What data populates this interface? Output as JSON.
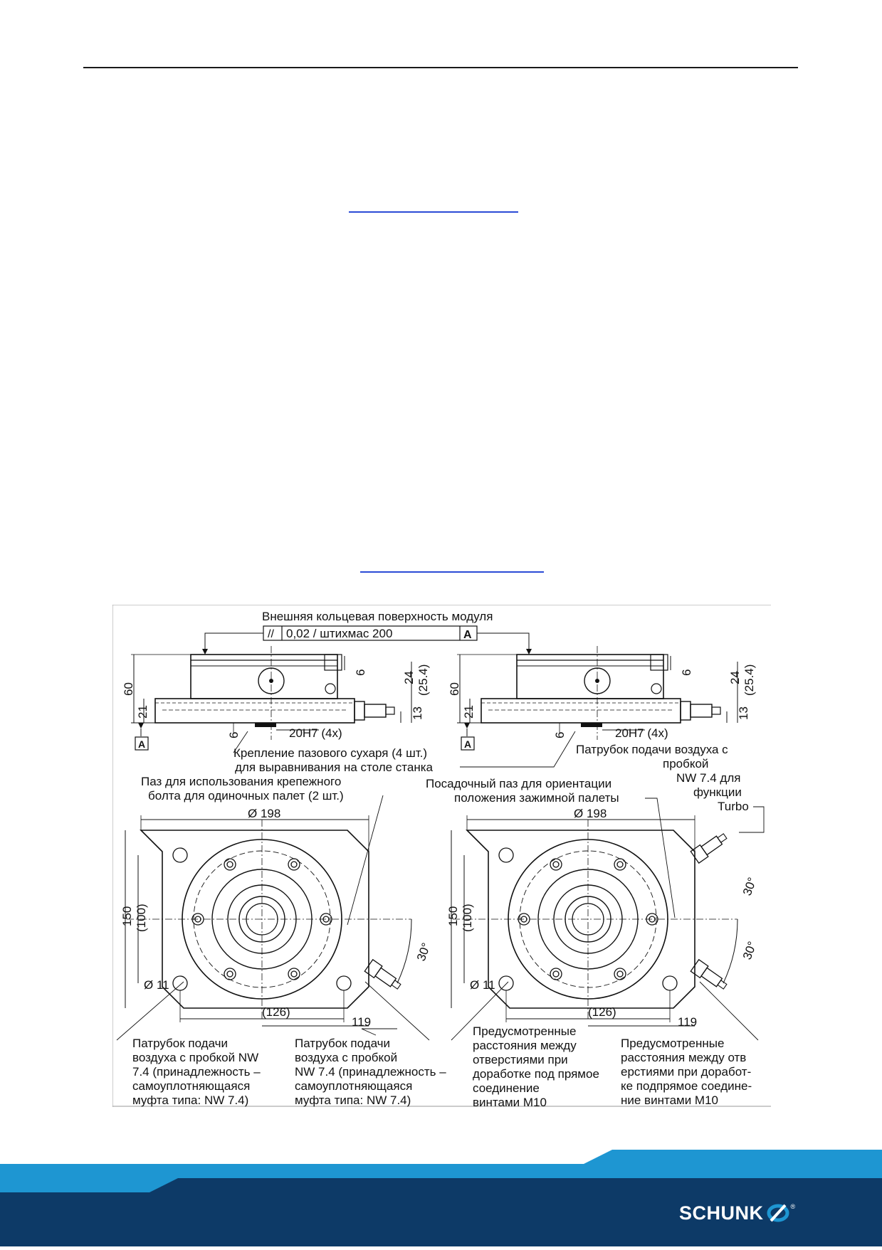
{
  "drawing": {
    "ring_surface_label": "Внешняя кольцевая поверхность модуля",
    "tolerance_symbol": "//",
    "tolerance_value": "0,02 / штихмас 200",
    "datum": "A",
    "dim_60": "60",
    "dim_21": "21",
    "dim_6": "6",
    "dim_24": "24",
    "dim_25_4": "(25.4)",
    "dim_13": "13",
    "dim_20h7": "20H7 (4x)",
    "dim_198": "Ø 198",
    "dim_150": "150",
    "dim_100": "(100)",
    "dim_11": "Ø 11",
    "dim_126": "(126)",
    "dim_119": "119",
    "angle_30": "30°",
    "label_tslot_line1": "Крепление пазового сухаря (4 шт.)",
    "label_tslot_line2": "для выравнивания на столе станка",
    "label_groove_line1": "Паз для использования крепежного",
    "label_groove_line2": "болта для одиночных палет (2 шт.)",
    "label_turbo_line1": "Патрубок подачи воздуха с",
    "label_turbo_line2": "пробкой",
    "label_turbo_line3": "NW 7.4 для",
    "label_turbo_line4": "функции",
    "label_turbo_line5": "Turbo",
    "label_orient_line1": "Посадочный паз для ориентации",
    "label_orient_line2": "положения зажимной палеты",
    "bottom_a_line1": "Патрубок подачи",
    "bottom_a_line2": "воздуха с пробкой NW",
    "bottom_a_line3": "7.4 (принадлежность –",
    "bottom_a_line4": "самоуплотняющаяся",
    "bottom_a_line5": "муфта типа: NW 7.4)",
    "bottom_b_line1": "Патрубок подачи",
    "bottom_b_line2": "воздуха с пробкой",
    "bottom_b_line3": "NW 7.4 (принадлежность –",
    "bottom_b_line4": "самоуплотняющаяся",
    "bottom_b_line5": "муфта типа: NW 7.4)",
    "bottom_c_line1": "Предусмотренные",
    "bottom_c_line2": "расстояния между",
    "bottom_c_line3": "отверстиями при",
    "bottom_c_line4": "доработке под прямое",
    "bottom_c_line5": "соединение",
    "bottom_c_line6": "винтами M10",
    "bottom_d_line1": "Предусмотренные",
    "bottom_d_line2": "расстояния между  отв",
    "bottom_d_line3": "ерстиями при доработ-",
    "bottom_d_line4": "ке подпрямое соедине-",
    "bottom_d_line5": "ние винтами M10"
  },
  "footer": {
    "logo_text": "SCHUNK",
    "logo_reg": "®",
    "colors": {
      "band_light": "#1e96d2",
      "band_dark": "#0d3a67"
    }
  }
}
